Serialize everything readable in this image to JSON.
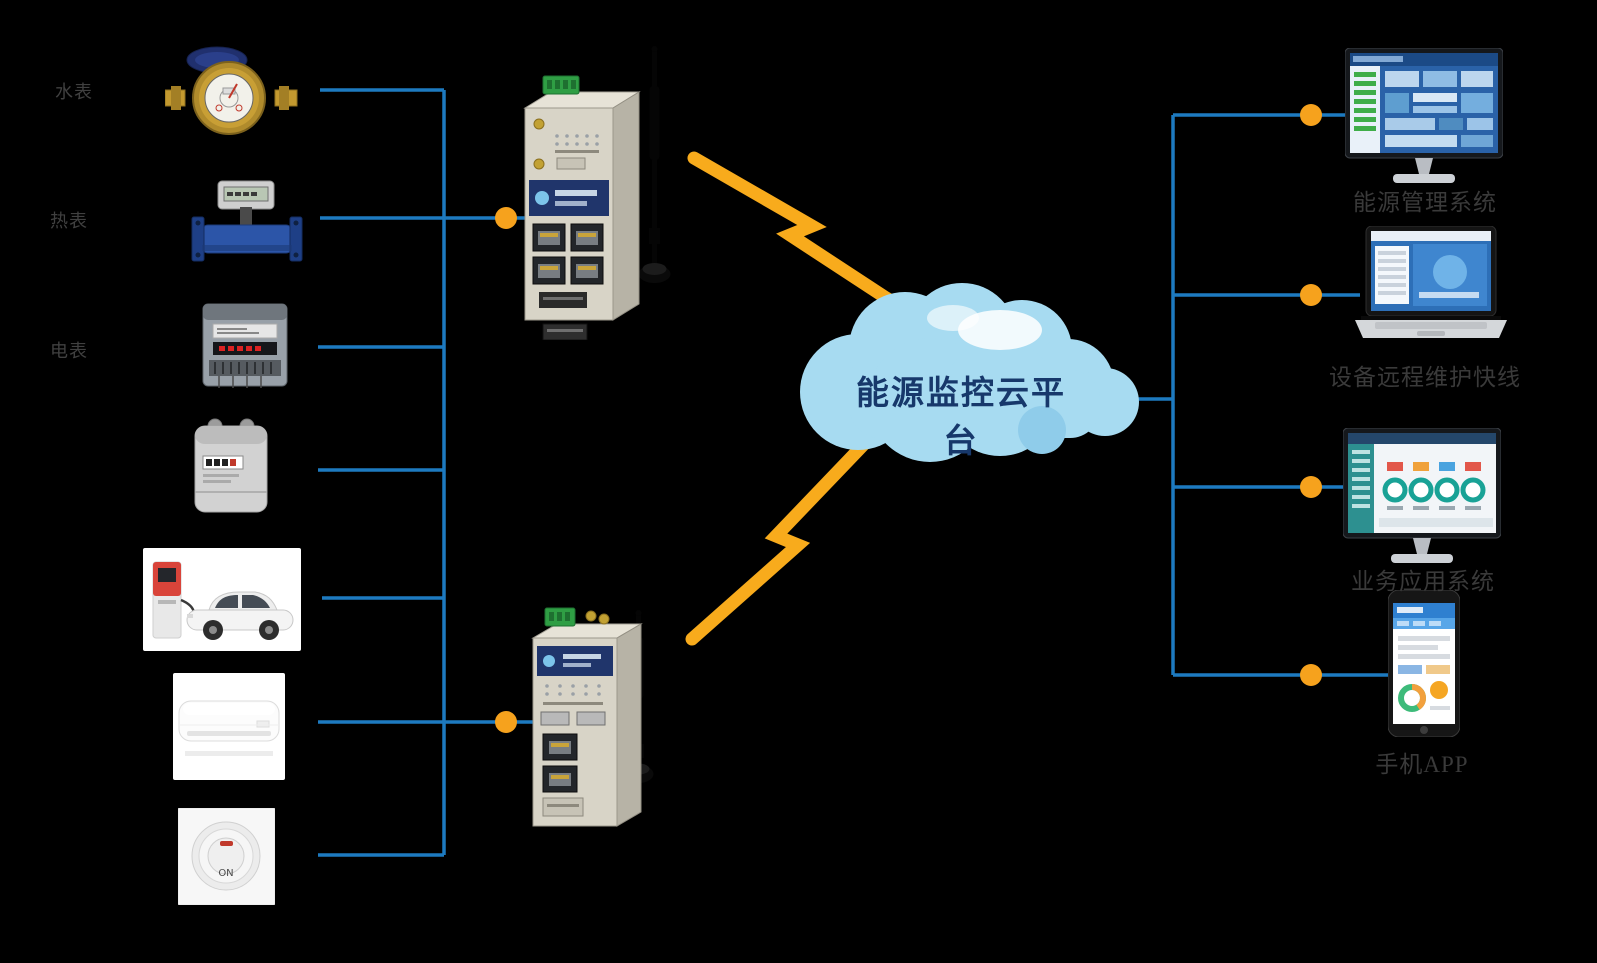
{
  "diagram": {
    "cloud": {
      "label": "能源监控云平台",
      "fill": "#a7dbf1",
      "text_color": "#17386b"
    },
    "colors": {
      "background": "#000000",
      "connector_line": "#1d7ac0",
      "junction_dot": "#f6a21d",
      "lightning_bolt": "#f8ab1c"
    },
    "devices": [
      {
        "id": "water-meter",
        "label": "水表"
      },
      {
        "id": "heat-meter",
        "label": "热表"
      },
      {
        "id": "electric-meter",
        "label": "电表"
      },
      {
        "id": "gas-meter",
        "label": ""
      },
      {
        "id": "ev-charging-station",
        "label": ""
      },
      {
        "id": "air-conditioner",
        "label": ""
      },
      {
        "id": "rotary-switch",
        "label": "",
        "dial_label": "ON"
      }
    ],
    "gateways": [
      {
        "id": "wireless-gateway-top"
      },
      {
        "id": "wireless-gateway-bottom"
      }
    ],
    "endpoints": [
      {
        "id": "energy-management-system",
        "label": "能源管理系统"
      },
      {
        "id": "remote-maintenance-service",
        "label": "设备远程维护快线"
      },
      {
        "id": "business-application-system",
        "label": "业务应用系统"
      },
      {
        "id": "mobile-app",
        "label": "手机APP"
      }
    ]
  }
}
